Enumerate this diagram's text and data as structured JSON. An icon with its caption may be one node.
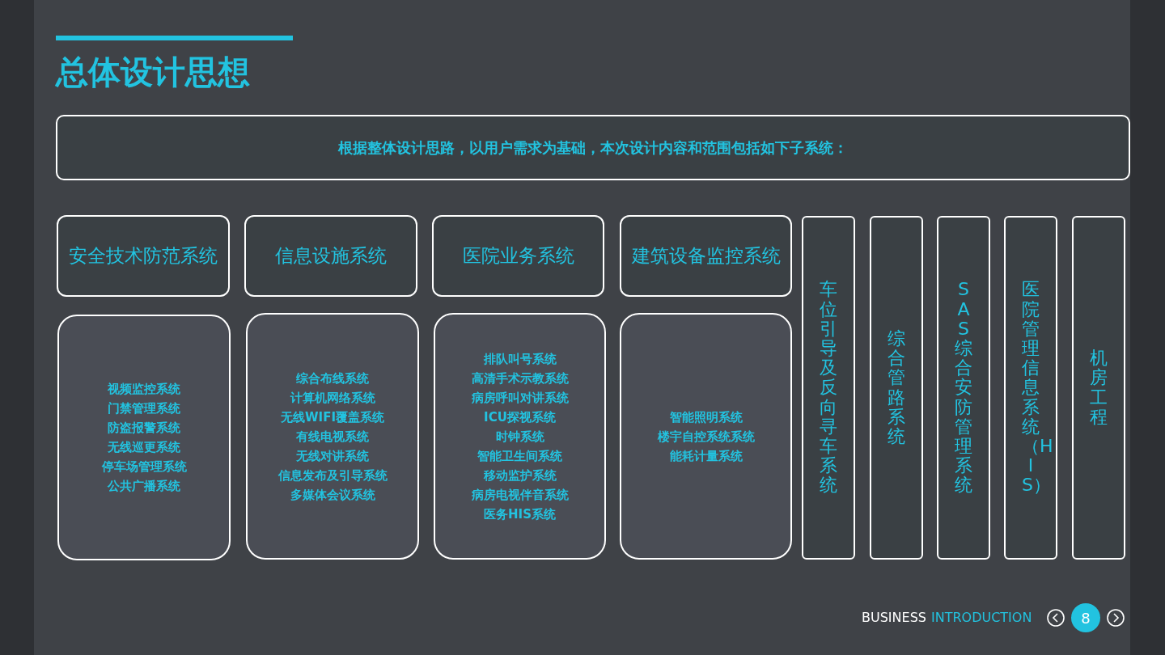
{
  "diagram": {
    "title": "总体设计思想",
    "nodes": [
      {
        "text": [
          "根据整体设计思路，以用户需求为基础，本次设计内容和范围包括如下子系统："
        ]
      },
      {
        "text": [
          "安全技术防范系统"
        ]
      },
      {
        "text": [
          "信息设施系统"
        ]
      },
      {
        "text": [
          "医院业务系统"
        ]
      },
      {
        "text": [
          "建筑设备监控系统"
        ]
      },
      {
        "text": [
          "视频监控系统",
          "门禁管理系统",
          "防盗报警系统",
          "无线巡更系统",
          "停车场管理系统",
          "公共广播系统"
        ]
      },
      {
        "text": [
          "综合布线系统",
          "计算机网络系统",
          "无线WIFI覆盖系统",
          "有线电视系统",
          "无线对讲系统",
          "信息发布及引导系统",
          "多媒体会议系统"
        ]
      },
      {
        "text": [
          "排队叫号系统",
          "高清手术示教系统",
          "病房呼叫对讲系统",
          "ICU探视系统",
          "时钟系统",
          "智能卫生间系统",
          "移动监护系统",
          "病房电视伴音系统",
          "医务HIS系统"
        ]
      },
      {
        "text": [
          "智能照明系统",
          "楼宇自控系统系统",
          "能耗计量系统"
        ]
      },
      {
        "text": [
          "车位引导及反向寻车系统"
        ]
      },
      {
        "text": [
          "综合管路系统"
        ]
      },
      {
        "text": [
          "SAS综合安防管理系统"
        ]
      },
      {
        "text": [
          "医院管理信息系统（HIS）"
        ]
      },
      {
        "text": [
          "机房工程"
        ]
      }
    ],
    "labels": [
      "BUSINESS",
      "INTRODUCTION",
      "8"
    ]
  }
}
